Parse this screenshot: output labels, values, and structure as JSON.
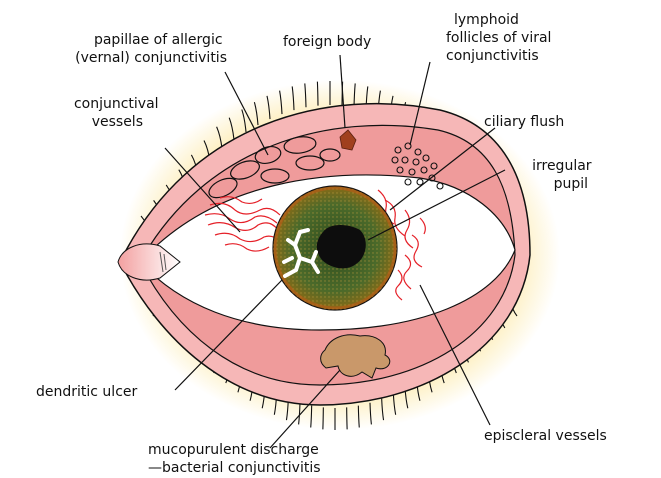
{
  "labels": {
    "papillae": [
      "papillae of allergic",
      "(vernal) conjunctivitis"
    ],
    "foreign_body": "foreign body",
    "lymphoid": [
      "lymphoid",
      "follicles of viral",
      "conjunctivitis"
    ],
    "conjunctival_vessels": [
      "conjunctival",
      "vessels"
    ],
    "ciliary_flush": "ciliary flush",
    "irregular_pupil": [
      "irregular",
      "pupil"
    ],
    "dendritic_ulcer": "dendritic ulcer",
    "episcleral_vessels": "episcleral vessels",
    "mucopurulent": [
      "mucopurulent discharge",
      "—bacterial conjunctivitis"
    ]
  },
  "colors": {
    "halo": "#fde9a8",
    "lid": "#f6b7b7",
    "conjunctiva": "#ef9b9b",
    "sclera": "#ffffff",
    "iris": "#4b6a2a",
    "pupil": "#0d0d0d",
    "vessels": "#e52028",
    "foreign_body": "#a0401e",
    "discharge": "#c9986a"
  }
}
